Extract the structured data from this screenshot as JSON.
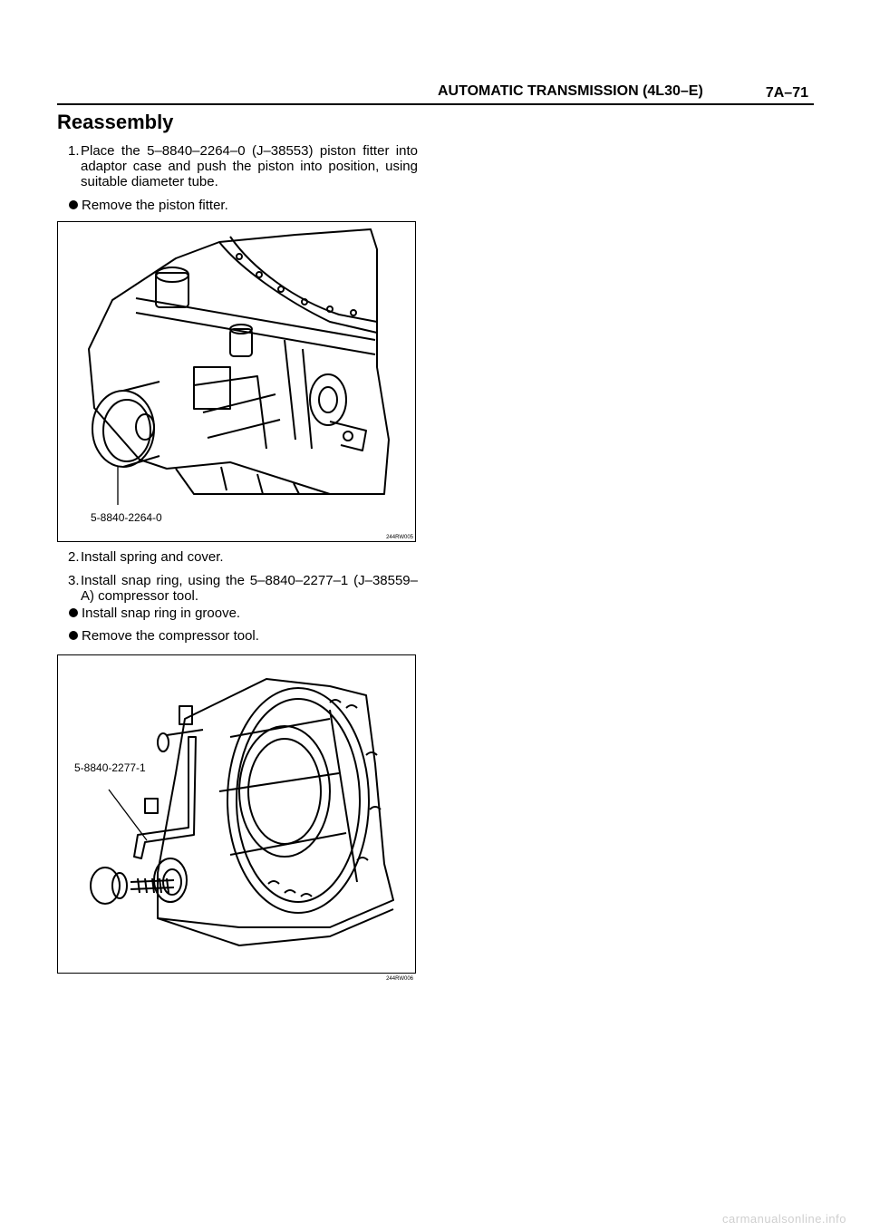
{
  "header": {
    "section": "AUTOMATIC TRANSMISSION (4L30–E)",
    "page": "7A–71"
  },
  "title": "Reassembly",
  "steps": [
    {
      "num": "1.",
      "text": "Place the 5–8840–2264–0 (J–38553) piston fitter into adaptor case and push the piston into position, using suitable diameter tube."
    },
    {
      "num": "2.",
      "text": "Install spring and cover."
    },
    {
      "num": "3.",
      "text": "Install snap ring, using the 5–8840–2277–1 (J–38559–A) compressor tool."
    }
  ],
  "bullets": [
    "Remove the piston fitter.",
    "Install snap ring in groove.",
    "Remove the compressor tool."
  ],
  "figures": [
    {
      "label": "5-8840-2264-0",
      "code": "244RW005"
    },
    {
      "label": "5-8840-2277-1",
      "code": "244RW006"
    }
  ],
  "footer": "carmanualsonline.info"
}
